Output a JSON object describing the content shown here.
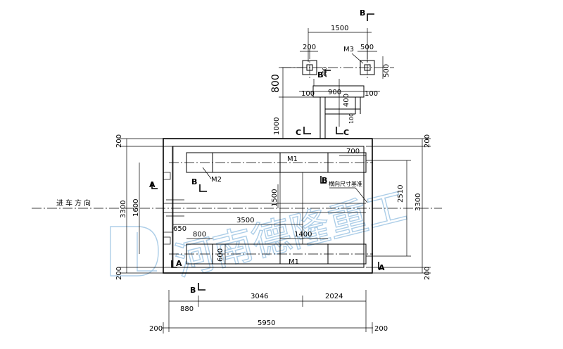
{
  "labels": {
    "m1_top": "M1",
    "m1_bottom": "M1",
    "m2": "M2",
    "m3": "M3",
    "direction": "进车方向",
    "note": "横向尺寸基准",
    "watermark": "河南德隆重工",
    "logo_letters": "DL"
  },
  "sections": {
    "b_top": "B",
    "b_mid_left": "B",
    "b_mid_right": "B",
    "b_bottom": "B",
    "b_small": "B",
    "a_left_top": "A",
    "a_left_bottom": "A",
    "a_right": "A",
    "c_left": "C",
    "c_right": "C"
  },
  "dims": {
    "top_span": "1500",
    "pad_left": "200",
    "pad_right": "500",
    "pad_right_v": "500",
    "pad_left_v": "200",
    "height_800": "800",
    "height_1000": "1000",
    "hundred_left": "100",
    "width_900": "900",
    "hundred_right": "100",
    "v_400": "400",
    "v_100": "100",
    "right_700": "700",
    "right_top_200": "200",
    "right_2510": "2510",
    "right_3300": "3300",
    "right_bottom_200": "200",
    "left_top_200": "200",
    "left_3300": "3300",
    "left_1600": "1600",
    "left_bottom_200": "200",
    "inner_1500": "1500",
    "inner_3500": "3500",
    "inner_650": "650",
    "inner_800": "800",
    "inner_1400": "1400",
    "inner_600": "600",
    "b_880": "880",
    "b_3046": "3046",
    "b_2024": "2024",
    "b_200_left": "200",
    "b_5950": "5950",
    "b_200_right": "200"
  }
}
